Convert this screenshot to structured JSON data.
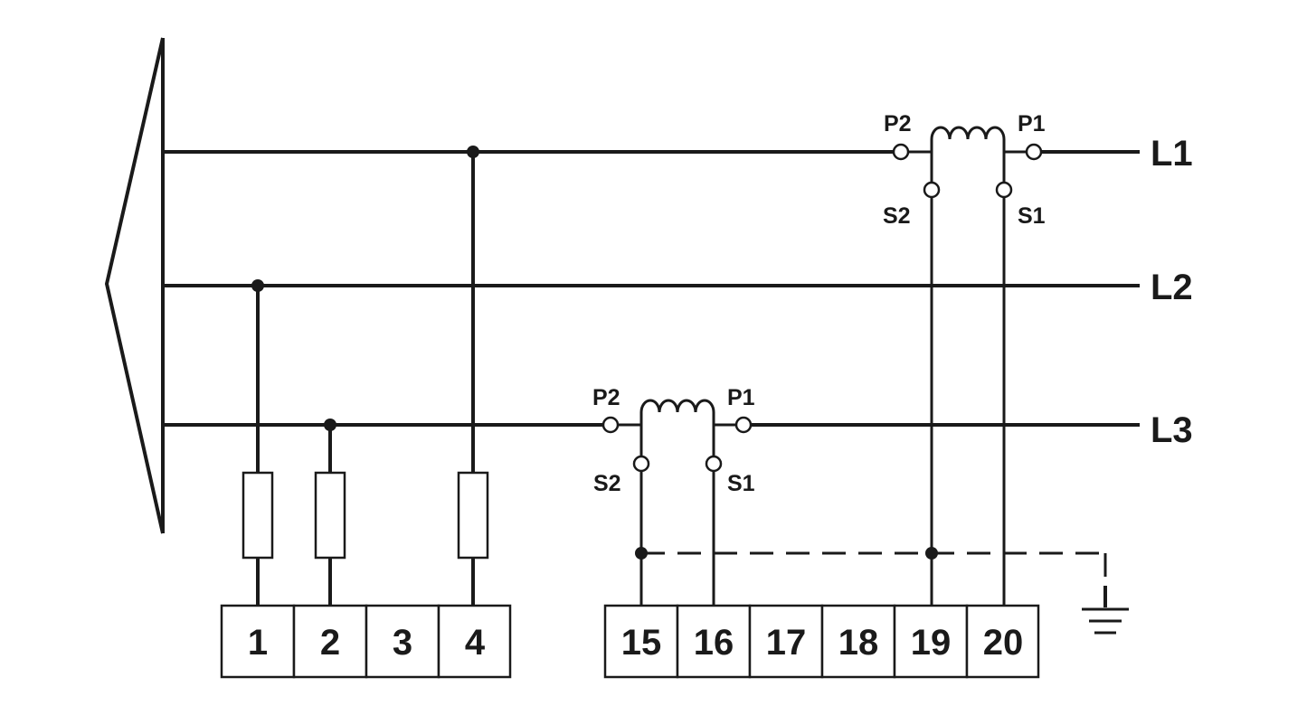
{
  "lines": [
    "L1",
    "L2",
    "L3"
  ],
  "ct_labels": {
    "p2": "P2",
    "p1": "P1",
    "s2": "S2",
    "s1": "S1"
  },
  "terminal_block_left": [
    "1",
    "2",
    "3",
    "4"
  ],
  "terminal_block_right": [
    "15",
    "16",
    "17",
    "18",
    "19",
    "20"
  ]
}
